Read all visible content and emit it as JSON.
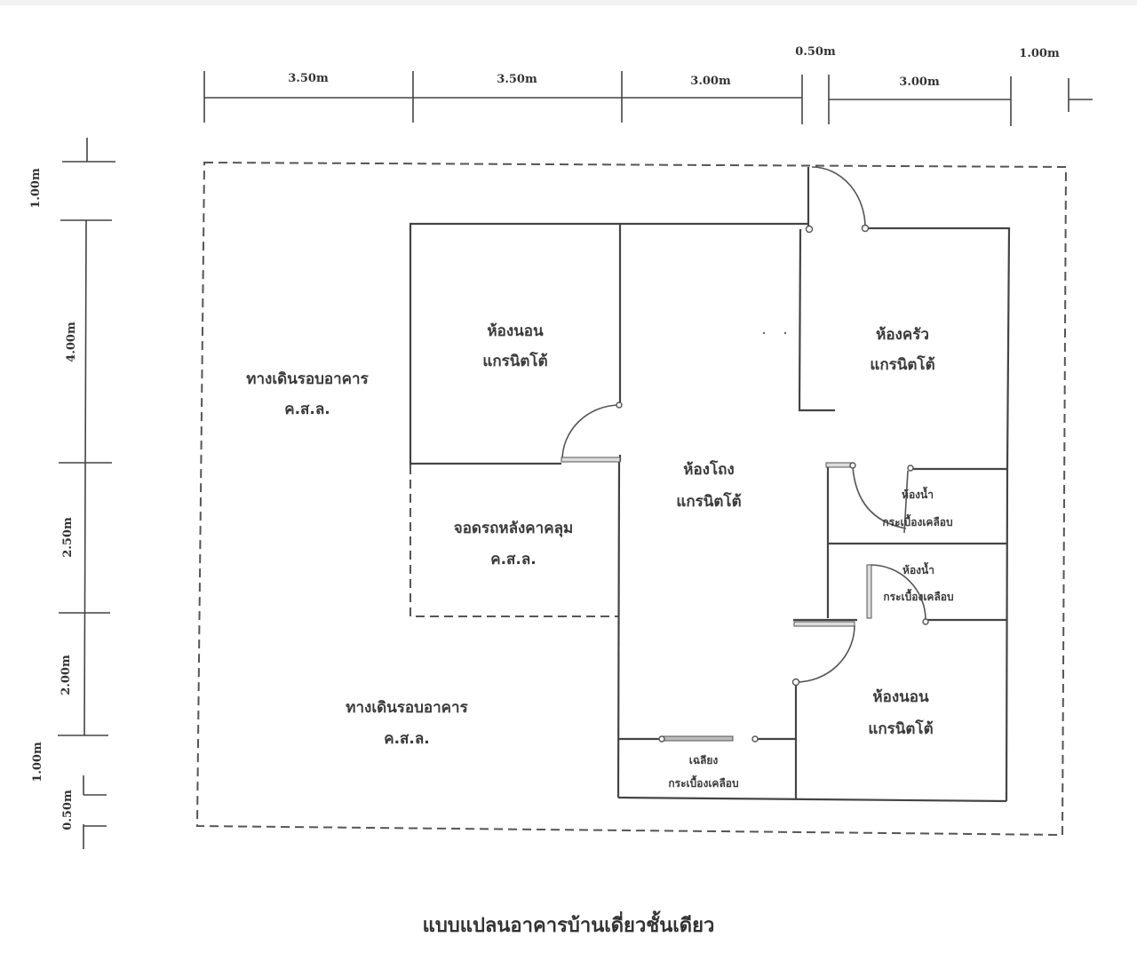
{
  "title": "แบบแปลนอาคารบ้านเดี่ยวชั้นเดียว",
  "dimensions": {
    "horizontal": [
      "3.50m",
      "3.50m",
      "3.00m",
      "0.50m",
      "3.00m",
      "1.00m"
    ],
    "vertical": [
      "1.00m",
      "4.00m",
      "2.50m",
      "2.00m",
      "1.00m",
      "0.50m"
    ]
  },
  "rooms": [
    {
      "id": "bedroom-1",
      "name": "ห้องนอน",
      "floor": "แกรนิตโต้"
    },
    {
      "id": "kitchen",
      "name": "ห้องครัว",
      "floor": "แกรนิตโต้"
    },
    {
      "id": "living-room",
      "name": "ห้องโถง",
      "floor": "แกรนิตโต้"
    },
    {
      "id": "carport",
      "name": "จอดรถหลังคาคลุม",
      "floor": "ค.ส.ล."
    },
    {
      "id": "bathroom-1",
      "name": "ห้องน้ำ",
      "floor": "กระเบื้องเคลือบ"
    },
    {
      "id": "bathroom-2",
      "name": "ห้องน้ำ",
      "floor": "กระเบื้องเคลือบ"
    },
    {
      "id": "bedroom-2",
      "name": "ห้องนอน",
      "floor": "แกรนิตโต้"
    },
    {
      "id": "porch",
      "name": "เฉลียง",
      "floor": "กระเบื้องเคลือบ"
    }
  ],
  "walkways": [
    {
      "id": "walkway-west",
      "name": "ทางเดินรอบอาคาร",
      "floor": "ค.ส.ล."
    },
    {
      "id": "walkway-south",
      "name": "ทางเดินรอบอาคาร",
      "floor": "ค.ส.ล."
    }
  ]
}
